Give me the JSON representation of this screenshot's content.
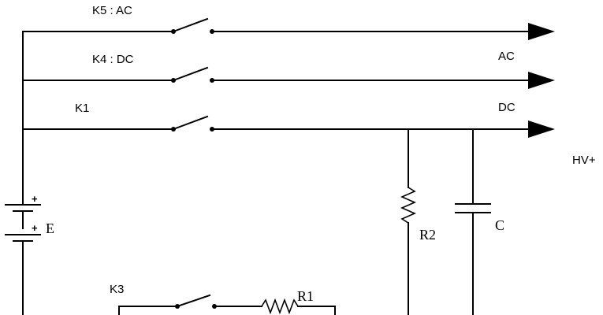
{
  "switches": {
    "k5": "K5 : AC",
    "k4": "K4 : DC",
    "k1": "K1",
    "k3": "K3"
  },
  "outputs": {
    "ac": "AC",
    "dc": "DC",
    "hv": "HV+"
  },
  "components": {
    "battery": "E",
    "battery_plus_top": "+",
    "battery_plus_bottom": "+",
    "r1": "R1",
    "r2": "R2",
    "capacitor": "C"
  }
}
